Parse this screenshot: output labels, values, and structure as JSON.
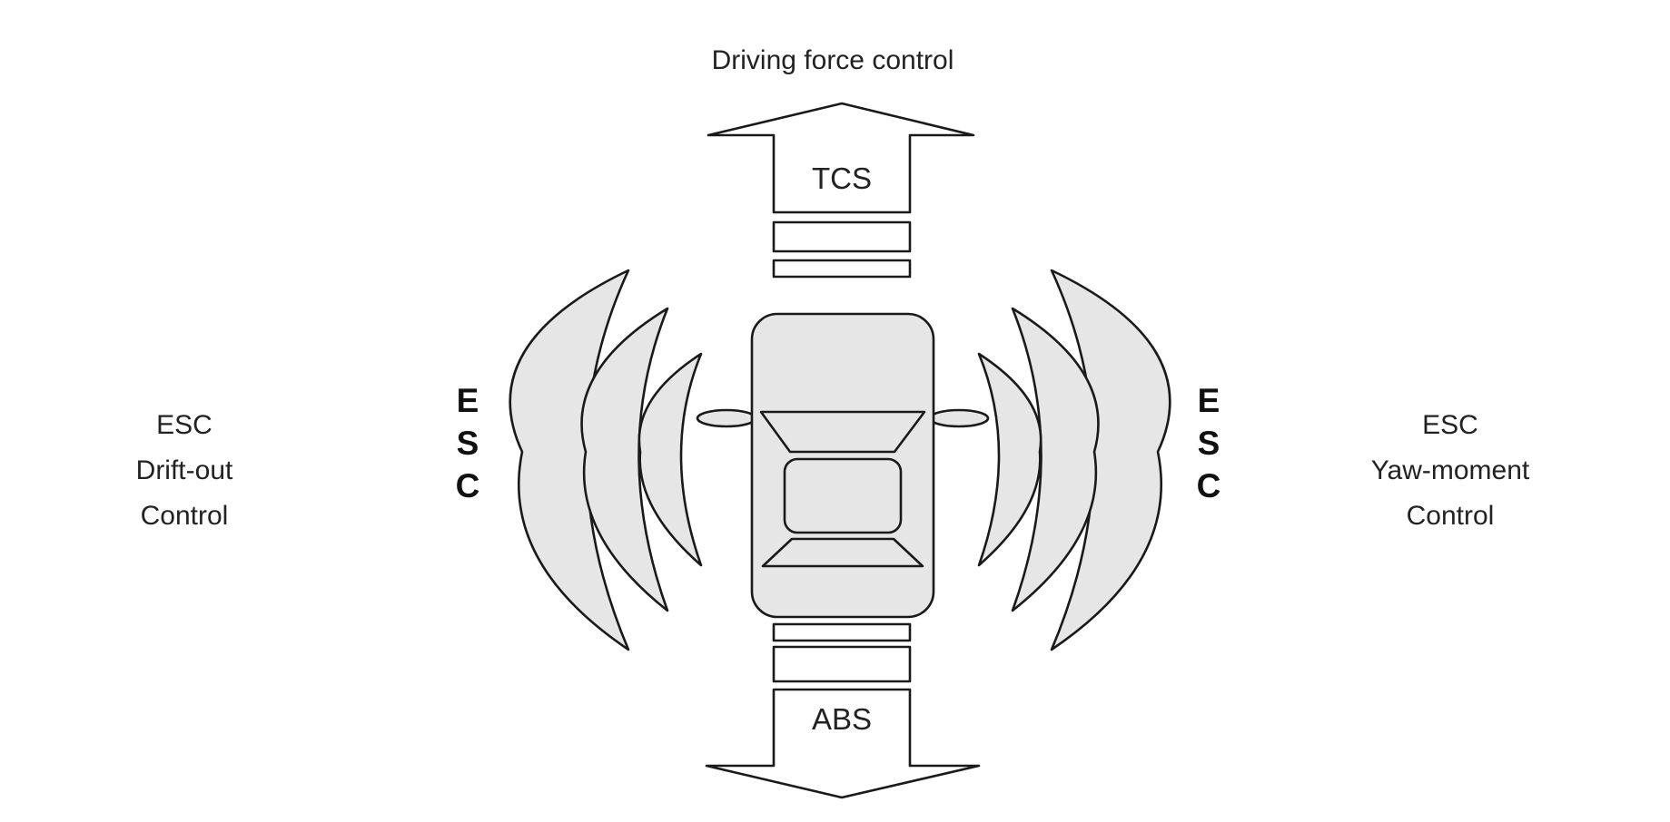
{
  "top_label": "Driving force control",
  "arrow_up_label": "TCS",
  "arrow_down_label": "ABS",
  "left_vertical": [
    "E",
    "S",
    "C"
  ],
  "right_vertical": [
    "E",
    "S",
    "C"
  ],
  "left_caption": [
    "ESC",
    "Drift-out",
    "Control"
  ],
  "right_caption": [
    "ESC",
    "Yaw-moment",
    "Control"
  ],
  "colors": {
    "fill": "#e6e6e6",
    "stroke": "#1a1a1a",
    "background": "#ffffff"
  }
}
